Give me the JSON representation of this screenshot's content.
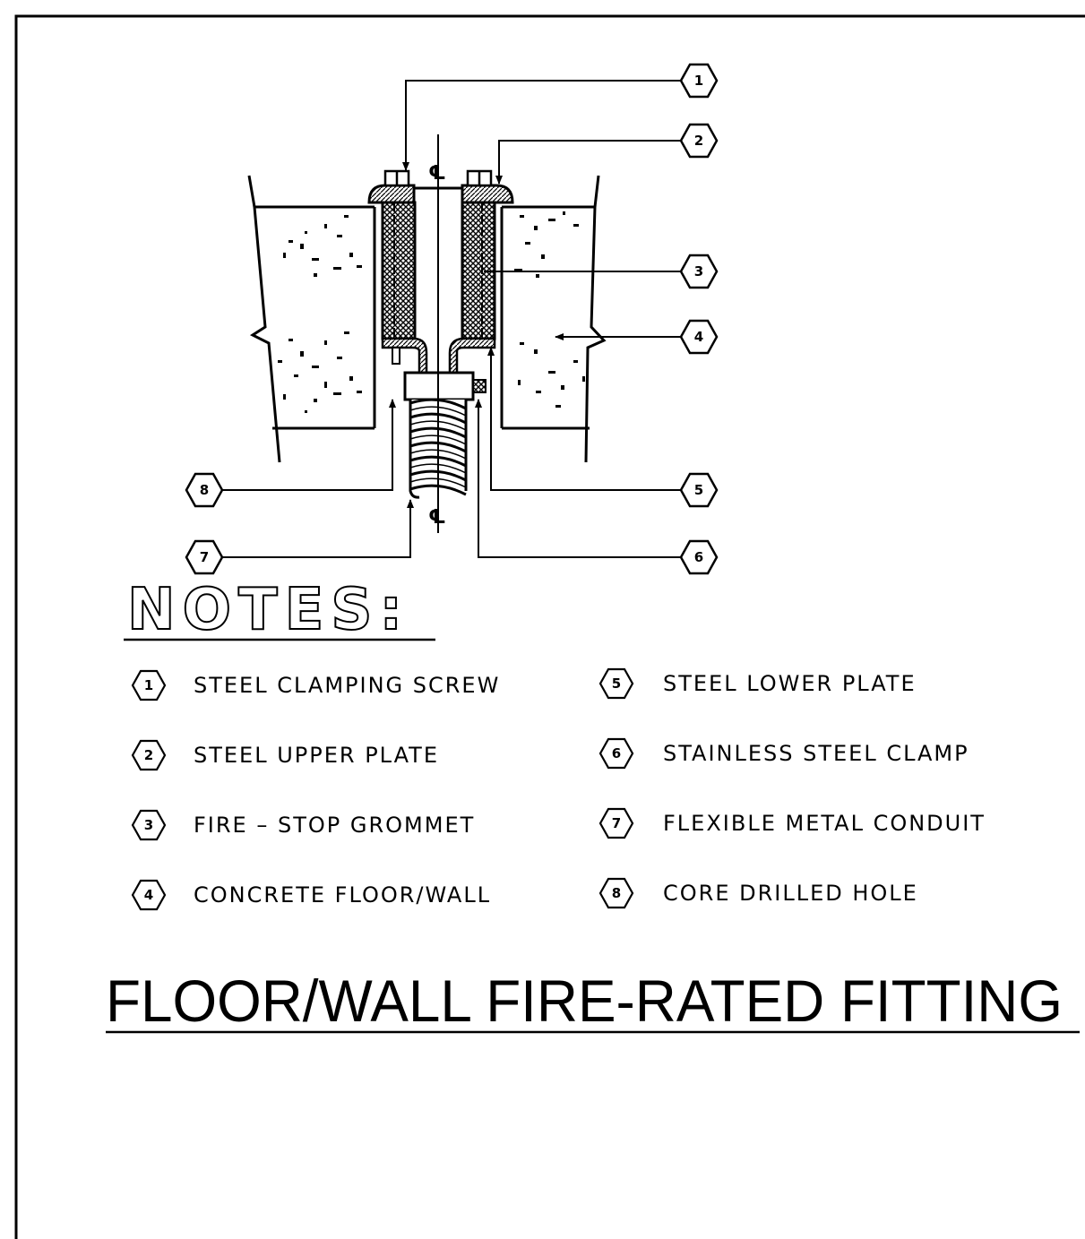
{
  "drawing": {
    "title": "FLOOR/WALL FIRE-RATED FITTING",
    "notes_heading": "NOTES:",
    "centerline_symbol": "℄",
    "callouts": [
      {
        "num": "1"
      },
      {
        "num": "2"
      },
      {
        "num": "3"
      },
      {
        "num": "4"
      },
      {
        "num": "5"
      },
      {
        "num": "6"
      },
      {
        "num": "7"
      },
      {
        "num": "8"
      }
    ],
    "notes": [
      {
        "num": "1",
        "text": "STEEL CLAMPING SCREW"
      },
      {
        "num": "2",
        "text": "STEEL UPPER PLATE"
      },
      {
        "num": "3",
        "text": "FIRE – STOP GROMMET"
      },
      {
        "num": "4",
        "text": "CONCRETE FLOOR/WALL"
      },
      {
        "num": "5",
        "text": "STEEL LOWER PLATE"
      },
      {
        "num": "6",
        "text": "STAINLESS STEEL CLAMP"
      },
      {
        "num": "7",
        "text": "FLEXIBLE METAL CONDUIT"
      },
      {
        "num": "8",
        "text": "CORE DRILLED HOLE"
      }
    ]
  },
  "colors": {
    "line": "#000000",
    "background": "#ffffff"
  }
}
